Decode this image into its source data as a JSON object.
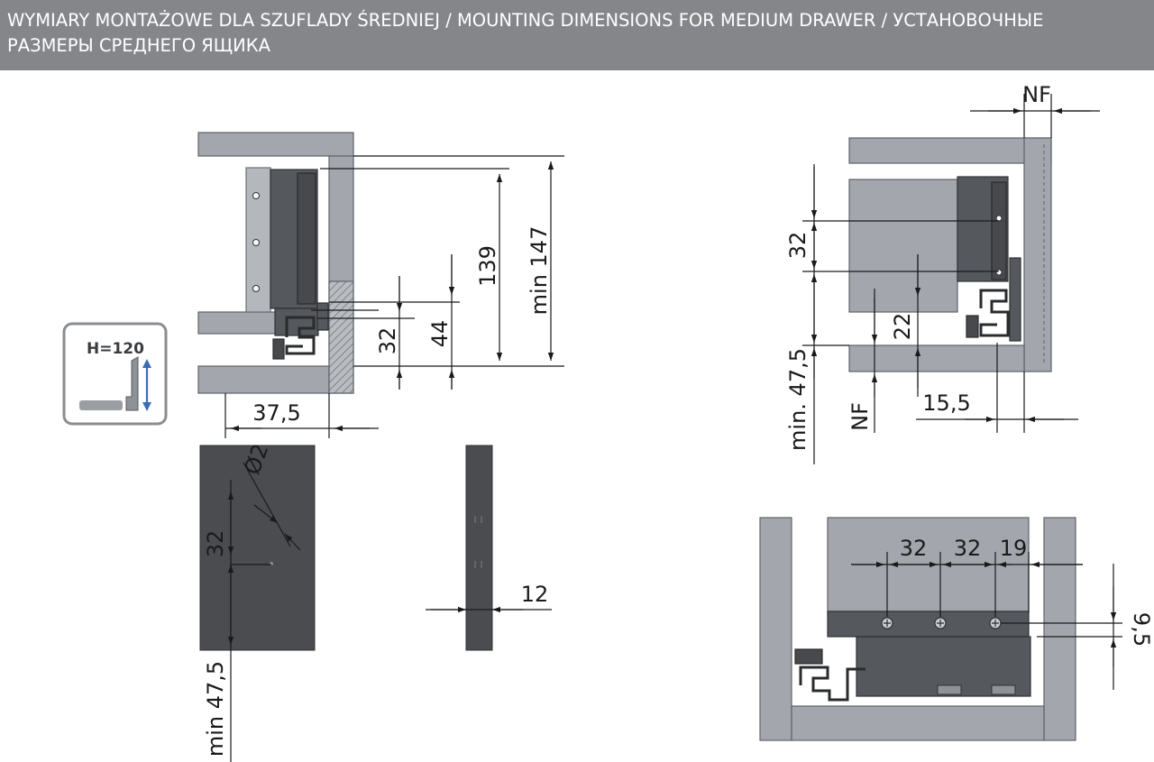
{
  "header": {
    "line1": "WYMIARY MONTAŻOWE DLA SZUFLADY ŚREDNIEJ / MOUNTING DIMENSIONS FOR MEDIUM DRAWER / УСТАНОВОЧНЫЕ",
    "line2": "РАЗМЕРЫ СРЕДНЕГО ЯЩИКА"
  },
  "badge": {
    "label": "H=120"
  },
  "side_view": {
    "dim_139": "139",
    "dim_min147": "min 147",
    "dim_32": "32",
    "dim_44": "44",
    "dim_37_5": "37,5"
  },
  "front_panel": {
    "dim_32": "32",
    "dim_diameter": "Ø2",
    "dim_min47_5": "min 47,5"
  },
  "thin_panel": {
    "dim_12": "12"
  },
  "cross_section": {
    "dim_nf_top": "NF",
    "dim_32": "32",
    "dim_22": "22",
    "dim_min47_5": "min. 47,5",
    "dim_nf_bottom": "NF",
    "dim_15_5": "15,5"
  },
  "front_view": {
    "dim_32a": "32",
    "dim_32b": "32",
    "dim_19": "19",
    "dim_9_5": "9,5"
  },
  "colors": {
    "header_bg": "#85868a",
    "panel": "#a3a7ad",
    "dark_panel": "#4a4c50",
    "arrow_blue": "#3a6db5"
  }
}
